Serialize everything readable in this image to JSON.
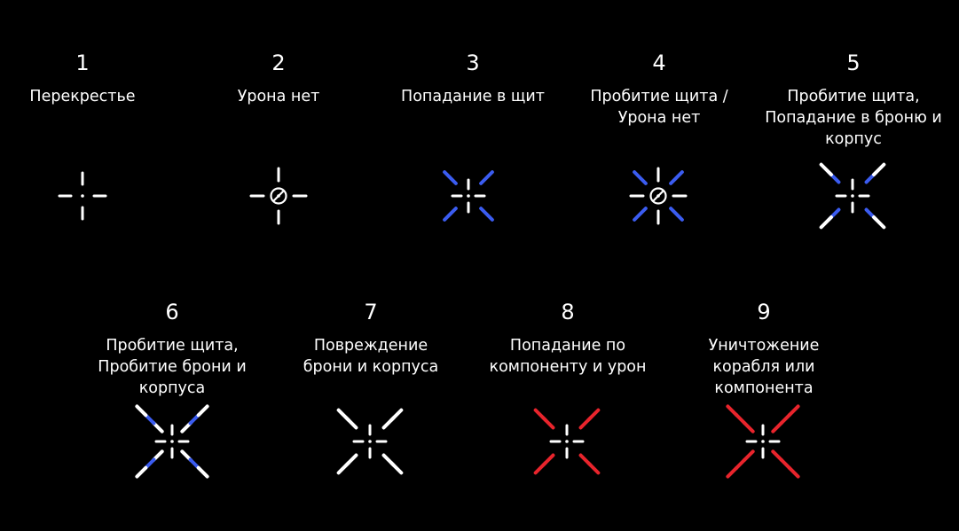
{
  "colors": {
    "background": "#000000",
    "white": "#ffffff",
    "blue": "#3b5cf0",
    "red": "#e8242c"
  },
  "items": [
    {
      "number": "1",
      "label": "Перекрестье",
      "rings": [],
      "no_damage_icon": false
    },
    {
      "number": "2",
      "label": "Урона нет",
      "rings": [],
      "no_damage_icon": true
    },
    {
      "number": "3",
      "label": "Попадание в щит",
      "rings": [
        {
          "color": "blue",
          "count": 1
        }
      ],
      "no_damage_icon": false
    },
    {
      "number": "4",
      "label": "Пробитие щита /\nУрона нет",
      "rings": [
        {
          "color": "blue",
          "count": 1
        }
      ],
      "no_damage_icon": true
    },
    {
      "number": "5",
      "label": "Пробитие щита,\nПопадание в броню и\nкорпус",
      "rings": [
        {
          "color": "blue",
          "count": 1
        },
        {
          "color": "white",
          "count": 1
        }
      ],
      "no_damage_icon": false
    },
    {
      "number": "6",
      "label": "Пробитие щита,\nПробитие брони и корпуса",
      "rings": [
        {
          "color": "white",
          "count": 1
        },
        {
          "color": "blue",
          "count": 1
        },
        {
          "color": "white",
          "count": 1
        }
      ],
      "no_damage_icon": false
    },
    {
      "number": "7",
      "label": "Повреждение\nброни и корпуса",
      "rings": [
        {
          "color": "white",
          "count": 1
        },
        {
          "color": "white",
          "count": 1
        }
      ],
      "no_damage_icon": false
    },
    {
      "number": "8",
      "label": "Попадание по\nкомпоненту и урон",
      "rings": [
        {
          "color": "red",
          "count": 1
        },
        {
          "color": "red",
          "count": 1
        }
      ],
      "no_damage_icon": false
    },
    {
      "number": "9",
      "label": "Уничтожение\nкорабля или компонента",
      "rings": [
        {
          "color": "red",
          "count": 1
        },
        {
          "color": "red",
          "count": 1
        },
        {
          "color": "red",
          "count": 1
        }
      ],
      "no_damage_icon": false
    }
  ]
}
